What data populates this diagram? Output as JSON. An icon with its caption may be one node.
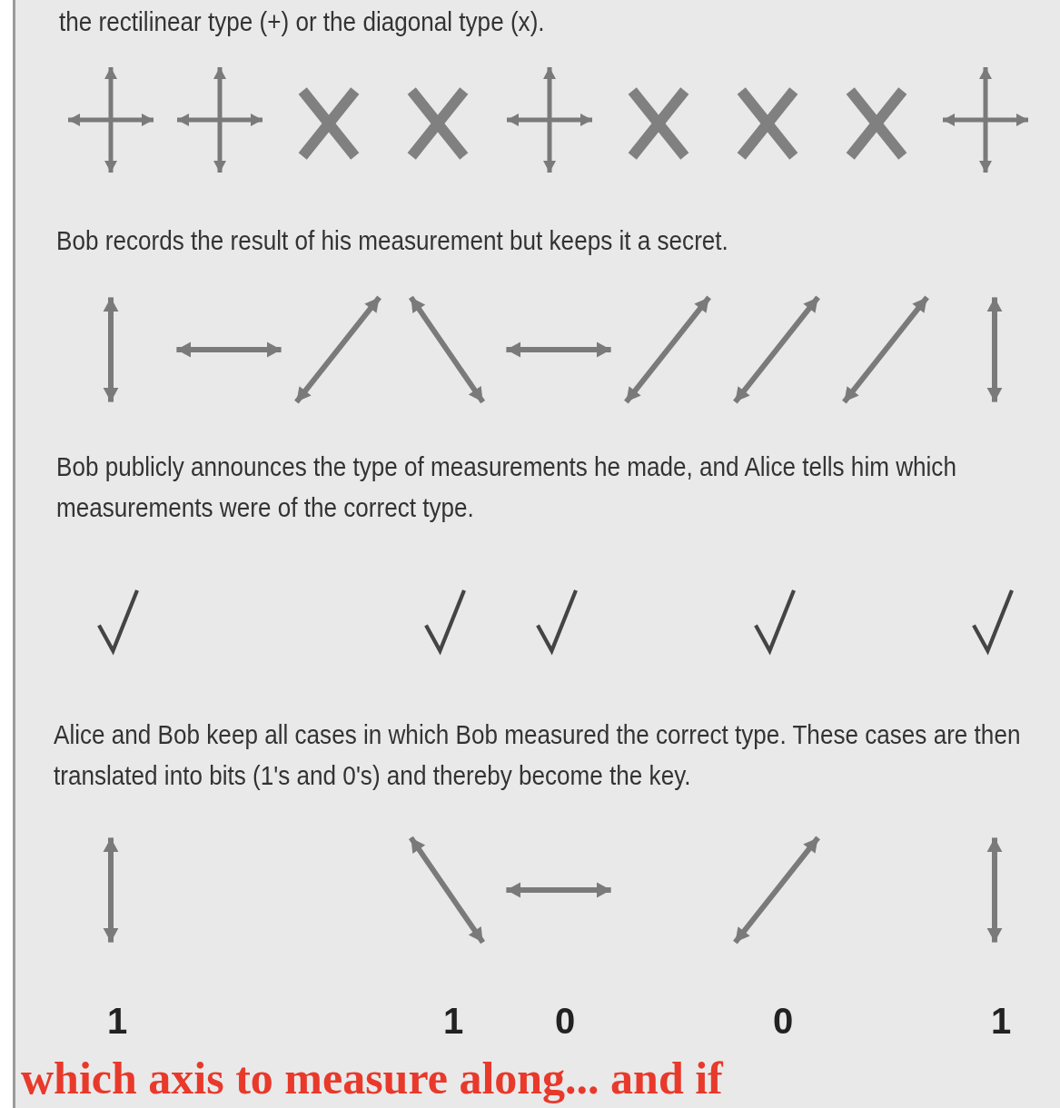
{
  "diagram": {
    "labels": [
      "the rectilinear type (+) or the diagonal type (x).",
      "Bob records the result of his measurement but keeps it a secret.",
      "Bob publicly announces the type of measurements he made, and Alice tells him which measurements were of the correct type.",
      "Alice and Bob keep all cases in which Bob measured the correct type. These cases are then translated into bits (1's and 0's) and thereby become the key.",
      "1",
      "1",
      "0",
      "0",
      "1",
      "which axis to measure along... and if"
    ]
  }
}
